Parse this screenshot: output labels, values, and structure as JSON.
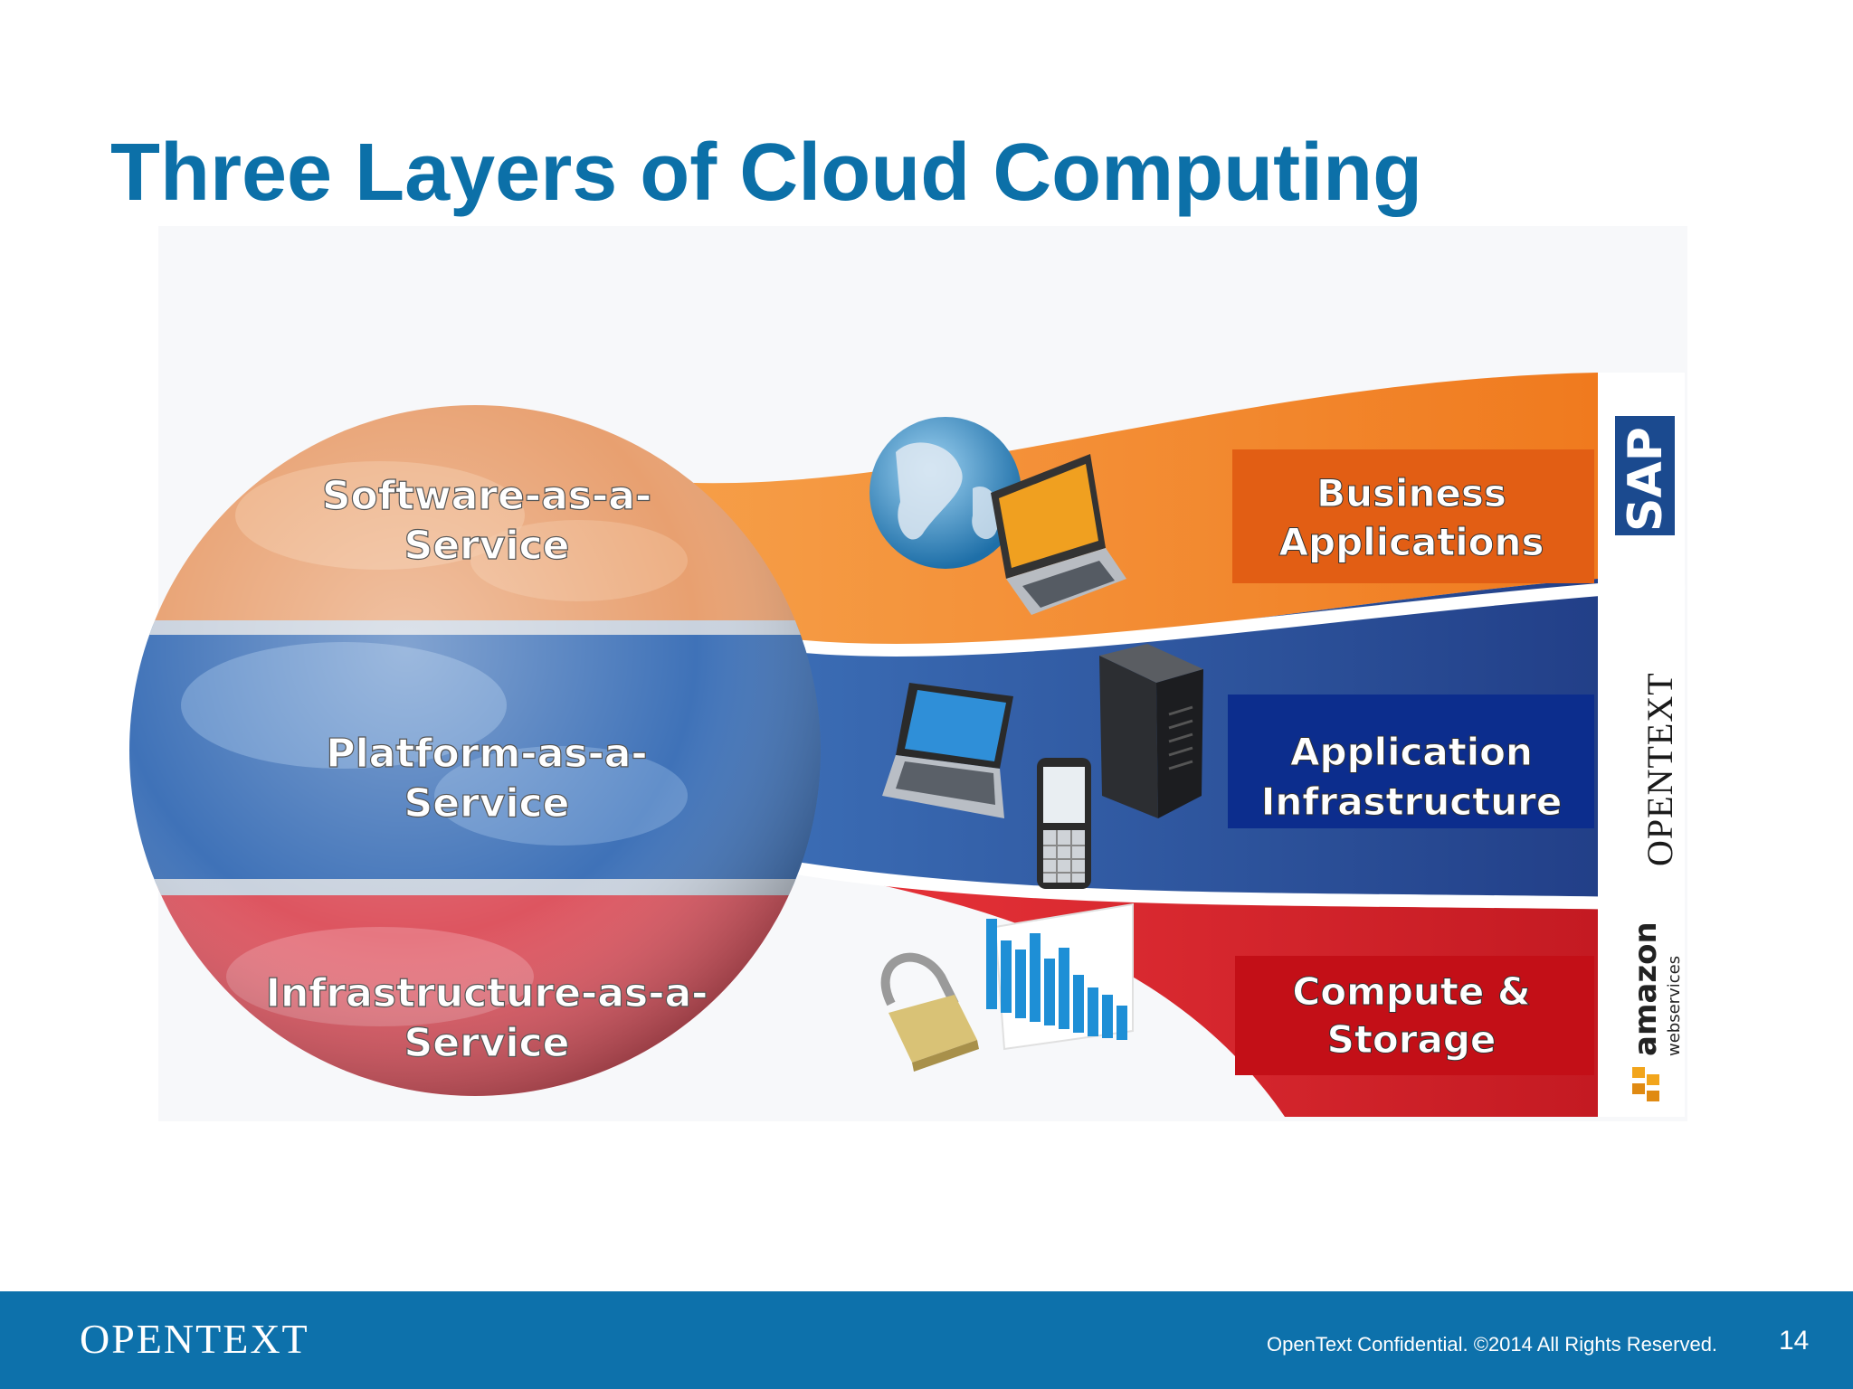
{
  "slide": {
    "title": "Three Layers of Cloud Computing",
    "page_number": "14",
    "footer_text": "OpenText Confidential. ©2014 All Rights Reserved.",
    "footer_brand": "OPENTEXT"
  },
  "layers": [
    {
      "service_line1": "Software-as-a-",
      "service_line2": "Service",
      "box_line1": "Business",
      "box_line2": "Applications",
      "color": "#f08a30",
      "box_color": "#e9641a",
      "vendor": "SAP"
    },
    {
      "service_line1": "Platform-as-a-",
      "service_line2": "Service",
      "box_line1": "Application",
      "box_line2": "Infrastructure",
      "color": "#254f97",
      "box_color": "#0c2f8f",
      "vendor": "OPENTEXT"
    },
    {
      "service_line1": "Infrastructure-as-a-",
      "service_line2": "Service",
      "box_line1": "Compute &",
      "box_line2": "Storage",
      "color": "#e02228",
      "box_color": "#c40f16",
      "vendor": "amazon web services"
    }
  ],
  "vendors": {
    "sap": "SAP",
    "opentext": "OPENTEXT",
    "amazon": "amazon",
    "webservices": "webservices"
  },
  "icons": [
    "globe-icon",
    "laptop-icon",
    "server-tower-icon",
    "mobile-phone-icon",
    "padlock-icon",
    "bar-chart-icon"
  ]
}
